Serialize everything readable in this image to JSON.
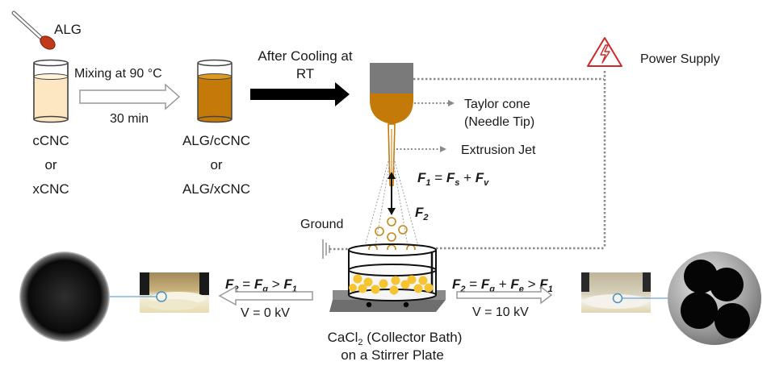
{
  "colors": {
    "light_solution": "#fde6c2",
    "alg_solution": "#c47a08",
    "spoon": "#c0391b",
    "needle_body": "#7a7a7a",
    "droplet_ring": "#c8891a",
    "bead_fill": "#f6c331",
    "plate": "#6e6e6e",
    "warning_red": "#cc2a2a",
    "dotted_line": "#8a8a8a",
    "link_blue": "#4a90c8"
  },
  "step1": {
    "additive_label": "ALG",
    "beaker_label_lines": [
      "cCNC",
      "or",
      "xCNC"
    ],
    "arrow_top": "Mixing at 90 °C",
    "arrow_bottom": "30 min"
  },
  "step2": {
    "beaker_label_lines": [
      "ALG/cCNC",
      "or",
      "ALG/xCNC"
    ],
    "arrow_top_lines": [
      "After Cooling at",
      "RT"
    ]
  },
  "needle": {
    "taylor_cone_lines": [
      "Taylor cone",
      "(Needle Tip)"
    ],
    "extrusion_jet": "Extrusion Jet",
    "f1_equation": {
      "lhs": "F",
      "lhs_sub": "1",
      "t1": "F",
      "t1_sub": "s",
      "t2": "F",
      "t2_sub": "v"
    },
    "f2_label": {
      "main": "F",
      "sub": "2"
    }
  },
  "power": {
    "label": "Power Supply",
    "icon": "high-voltage-warning-icon"
  },
  "ground": {
    "label": "Ground",
    "icon": "ground-symbol-icon"
  },
  "bath": {
    "label_line1_pre": "CaCl",
    "label_line1_sub": "2",
    "label_line1_post": " (Collector Bath)",
    "label_line2": "on a Stirrer Plate"
  },
  "left_outcome": {
    "equation": {
      "a": "F",
      "a_sub": "2",
      "b": "F",
      "b_sub": "g",
      "c": "F",
      "c_sub": "1"
    },
    "voltage": "V = 0 kV"
  },
  "right_outcome": {
    "equation": {
      "a": "F",
      "a_sub": "2",
      "b": "F",
      "b_sub": "g",
      "c": "F",
      "c_sub": "e",
      "d": "F",
      "d_sub": "1"
    },
    "voltage": "V = 10 kV"
  }
}
